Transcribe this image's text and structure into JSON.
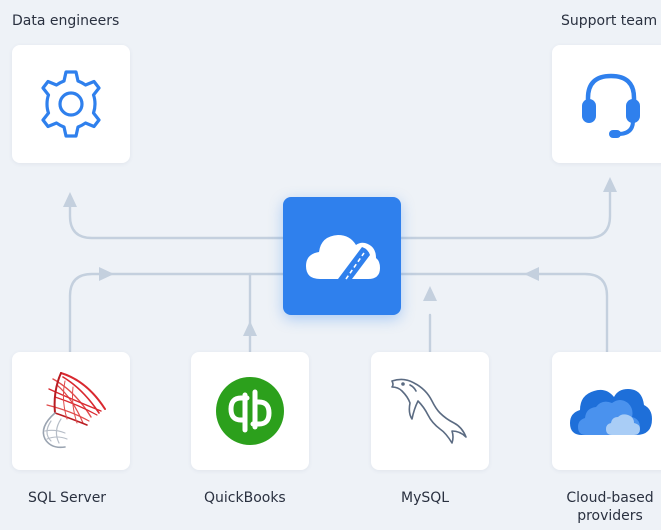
{
  "destinations": {
    "data_engineers": {
      "label": "Data engineers",
      "icon": "gear-icon"
    },
    "support_team": {
      "label": "Support team",
      "icon": "headset-icon"
    }
  },
  "hub": {
    "icon": "cloud-road-icon"
  },
  "sources": {
    "sql_server": {
      "label": "SQL Server",
      "icon": "sql-server-logo"
    },
    "quickbooks": {
      "label": "QuickBooks",
      "icon": "quickbooks-logo"
    },
    "mysql": {
      "label": "MySQL",
      "icon": "mysql-dolphin-logo"
    },
    "cloud_providers": {
      "label_line1": "Cloud-based",
      "label_line2": "providers",
      "icon": "cloud-icon"
    }
  },
  "colors": {
    "background": "#eef2f7",
    "connector": "#c4d0de",
    "hub": "#2f80ed",
    "accent_blue": "#2f80ed",
    "quickbooks_green": "#2ca01c",
    "sql_red": "#d9282f"
  }
}
